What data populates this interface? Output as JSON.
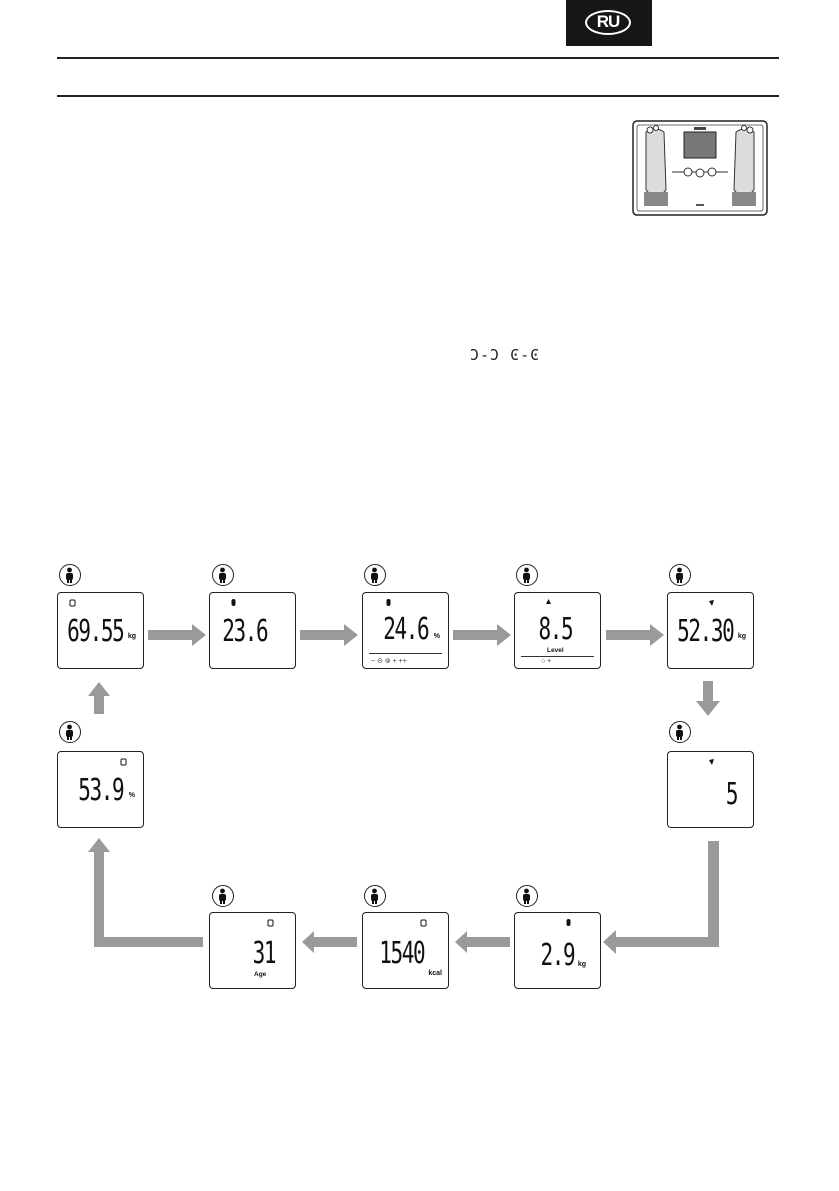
{
  "language_badge": "RU",
  "glyph_display": "Ͻ-Ͻ Ͼ-Ͼ",
  "screens": [
    {
      "id": "weight",
      "value": "69.55",
      "unit": "kg",
      "icon": "weight-icon"
    },
    {
      "id": "bmi",
      "value": "23.6",
      "unit": "",
      "icon": "bmi-icon"
    },
    {
      "id": "body-fat",
      "value": "24.6",
      "unit": "%",
      "icon": "body-fat-icon",
      "scale": "−   ⊝   ⊚   +   ++"
    },
    {
      "id": "visceral-fat",
      "value": "8.5",
      "unit": "",
      "icon": "visceral-fat-icon",
      "label": "Level",
      "scale": "○            +"
    },
    {
      "id": "muscle-mass",
      "value": "52.30",
      "unit": "kg",
      "icon": "muscle-mass-icon"
    },
    {
      "id": "physique-rating",
      "value": "5",
      "unit": "",
      "icon": "physique-rating-icon"
    },
    {
      "id": "bone-mass",
      "value": "2.9",
      "unit": "kg",
      "icon": "bone-mass-icon"
    },
    {
      "id": "daily-calorie",
      "value": "1540",
      "unit": "kcal",
      "icon": "daily-calorie-icon"
    },
    {
      "id": "metabolic-age",
      "value": "31",
      "unit": "",
      "icon": "metabolic-age-icon",
      "label": "Age"
    },
    {
      "id": "body-water",
      "value": "53.9",
      "unit": "%",
      "icon": "body-water-icon"
    }
  ]
}
